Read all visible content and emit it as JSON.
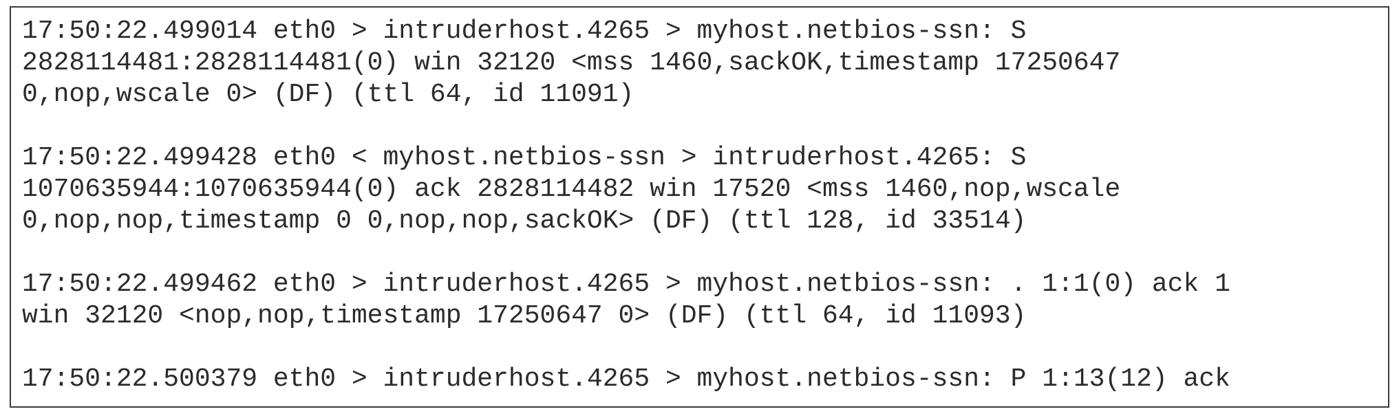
{
  "entries": [
    {
      "lines": [
        "17:50:22.499014 eth0 > intruderhost.4265 > myhost.netbios-ssn: S",
        "2828114481:2828114481(0) win 32120 <mss 1460,sackOK,timestamp 17250647",
        "0,nop,wscale 0> (DF) (ttl 64, id 11091)"
      ]
    },
    {
      "lines": [
        "17:50:22.499428 eth0 < myhost.netbios-ssn > intruderhost.4265: S",
        "1070635944:1070635944(0) ack 2828114482 win 17520 <mss 1460,nop,wscale",
        "0,nop,nop,timestamp 0 0,nop,nop,sackOK> (DF) (ttl 128, id 33514)"
      ]
    },
    {
      "lines": [
        "17:50:22.499462 eth0 > intruderhost.4265 > myhost.netbios-ssn: . 1:1(0) ack 1",
        "win 32120 <nop,nop,timestamp 17250647 0> (DF) (ttl 64, id 11093)"
      ]
    },
    {
      "lines": [
        "17:50:22.500379 eth0 > intruderhost.4265 > myhost.netbios-ssn: P 1:13(12) ack"
      ]
    }
  ]
}
